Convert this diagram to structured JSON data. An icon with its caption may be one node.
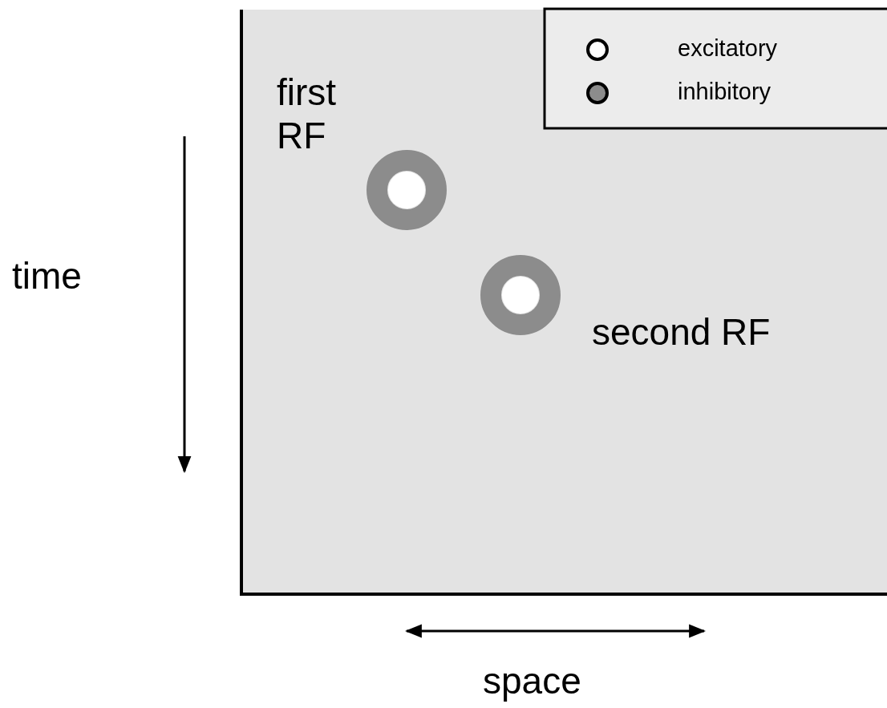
{
  "diagram": {
    "labels": [
      "first RF",
      "time",
      "second RF",
      "space"
    ],
    "legend": [
      {
        "text": "excitatory",
        "color": "#ffffff"
      },
      {
        "text": "inhibitory",
        "color": "#8c8c8c"
      }
    ]
  }
}
